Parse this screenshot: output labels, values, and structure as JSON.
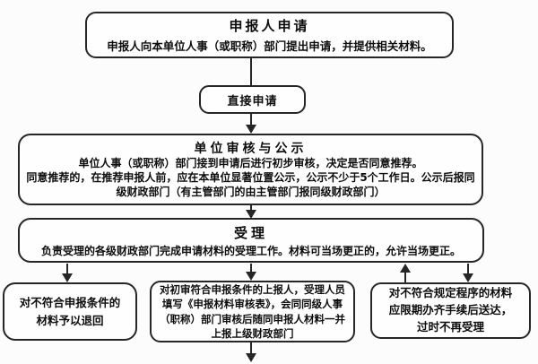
{
  "flowchart": {
    "type": "flowchart",
    "colors": {
      "line": "#262626",
      "text": "#0d0d0d",
      "background": "#fcfcfc"
    },
    "nodes": {
      "applicant": {
        "title": "申报人申请",
        "body": "申报人向本单位人事（或职称）部门提出申请，并提供相关材料。"
      },
      "direct_apply": {
        "label": "直接申请"
      },
      "unit_review": {
        "title": "单位审核与公示",
        "body": "单位人事（或职称）部门接到申请后进行初步审核，决定是否同意推荐。\n同意推荐的，在推荐申报人前，应在本单位显著位置公示，公示不少于5个工作日。公示后报同级财政部门（有主管部门的由主管部门报同级财政部门）"
      },
      "acceptance": {
        "title": "受理",
        "body": "负责受理的各级财政部门完成申请材料的受理工作。材料可当场更正的，允许当场更正。"
      },
      "return_materials": {
        "body": "对不符合申报条件的\n材料予以退回"
      },
      "report_upward": {
        "body": "对初审符合申报条件的上报人，受理人员填写《申报材料审核表》，会同同级人事（职称）部门审核后随同申报人材料一并上报上级财政部门"
      },
      "overdue_rule": {
        "body": "对不符合规定程序的材料\n应限期办齐手续后送达，\n过时不再受理"
      }
    }
  }
}
